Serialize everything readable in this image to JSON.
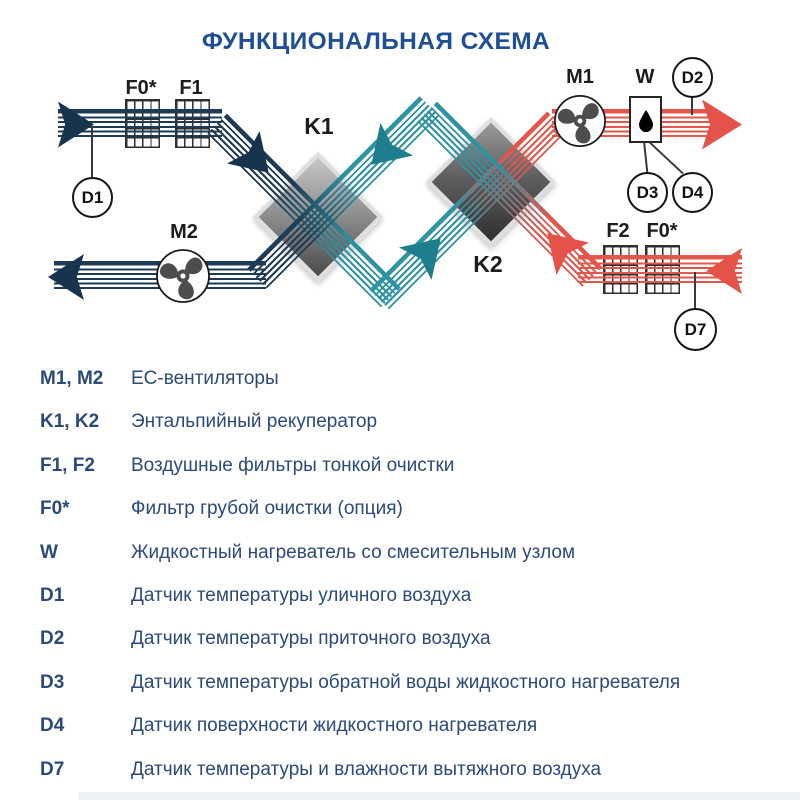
{
  "title": "ФУНКЦИОНАЛЬНАЯ СХЕМА",
  "diagram": {
    "component_labels": {
      "f0_supply": "F0*",
      "f1": "F1",
      "k1": "K1",
      "m1": "M1",
      "w": "W",
      "m2": "M2",
      "k2": "K2",
      "f2": "F2",
      "f0_extract": "F0*"
    },
    "sensor_labels": {
      "d1": "D1",
      "d2": "D2",
      "d3": "D3",
      "d4": "D4",
      "d7": "D7"
    },
    "stream_colors": {
      "outdoor_air": "#1e3a54",
      "recovered_air": "#2d93a3",
      "warm_air": "#e2564c"
    }
  },
  "legend": {
    "rows": [
      {
        "key": "M1, M2",
        "label": "EC-вентиляторы"
      },
      {
        "key": "K1, K2",
        "label": "Энтальпийный рекуператор"
      },
      {
        "key": "F1, F2",
        "label": "Воздушные фильтры тонкой очистки"
      },
      {
        "key": "F0*",
        "label": "Фильтр грубой очистки (опция)"
      },
      {
        "key": "W",
        "label": "Жидкостный нагреватель со смесительным узлом"
      },
      {
        "key": "D1",
        "label": "Датчик температуры уличного воздуха"
      },
      {
        "key": "D2",
        "label": "Датчик температуры приточного воздуха"
      },
      {
        "key": "D3",
        "label": "Датчик температуры обратной воды жидкостного нагревателя"
      },
      {
        "key": "D4",
        "label": "Датчик поверхности жидкостного нагревателя"
      },
      {
        "key": "D7",
        "label": "Датчик температуры и влажности вытяжного воздуха"
      }
    ]
  }
}
